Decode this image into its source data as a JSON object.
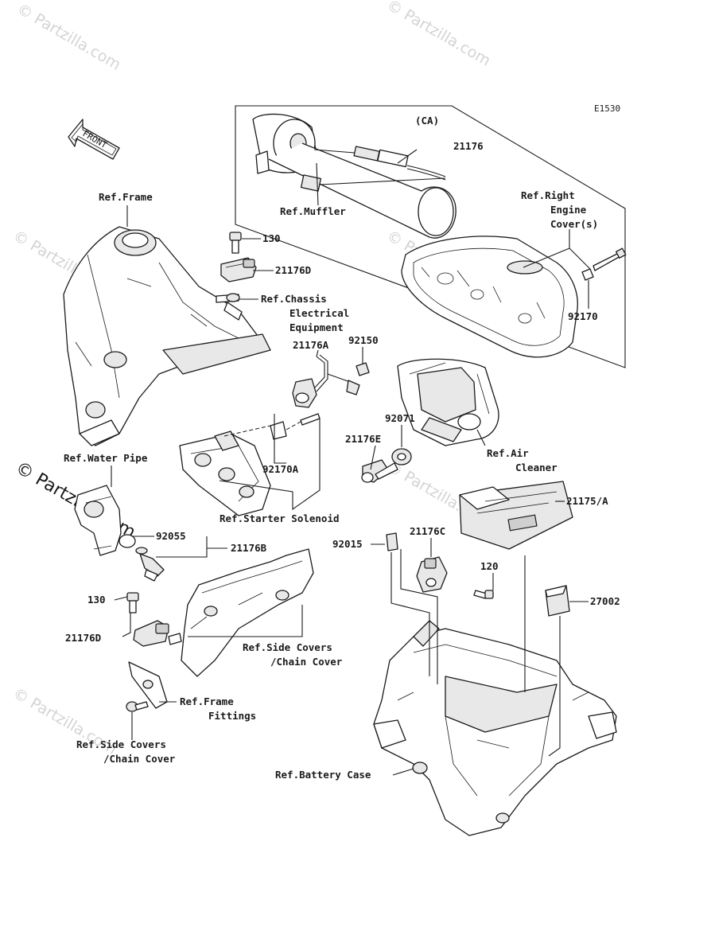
{
  "diagram": {
    "code": "E1530",
    "ca_label": "(CA)",
    "front_label": "FRONT",
    "watermark": "© Partzilla.com",
    "labels": {
      "p21176": "21176",
      "ref_muffler": "Ref.Muffler",
      "ref_right_engine_cover_1": "Ref.Right",
      "ref_right_engine_cover_2": "Engine",
      "ref_right_engine_cover_3": "Cover(s)",
      "p92170": "92170",
      "ref_frame": "Ref.Frame",
      "p130_top": "130",
      "p21176d_top": "21176D",
      "ref_chassis_1": "Ref.Chassis",
      "ref_chassis_2": "Electrical",
      "ref_chassis_3": "Equipment",
      "p21176a": "21176A",
      "p92150": "92150",
      "p92071": "92071",
      "p21176e": "21176E",
      "ref_air_cleaner_1": "Ref.Air",
      "ref_air_cleaner_2": "Cleaner",
      "p92170a": "92170A",
      "ref_water_pipe": "Ref.Water Pipe",
      "p21175a": "21175/A",
      "ref_starter_solenoid": "Ref.Starter Solenoid",
      "p92055": "92055",
      "p21176b": "21176B",
      "p92015": "92015",
      "p21176c": "21176C",
      "p120": "120",
      "p130_bottom": "130",
      "p27002": "27002",
      "p21176d_bottom": "21176D",
      "ref_side_covers_1_l1": "Ref.Side Covers",
      "ref_side_covers_1_l2": "/Chain Cover",
      "ref_frame_fittings_1": "Ref.Frame",
      "ref_frame_fittings_2": "Fittings",
      "ref_side_covers_2_l1": "Ref.Side Covers",
      "ref_side_covers_2_l2": "/Chain Cover",
      "ref_battery_case": "Ref.Battery Case"
    }
  }
}
